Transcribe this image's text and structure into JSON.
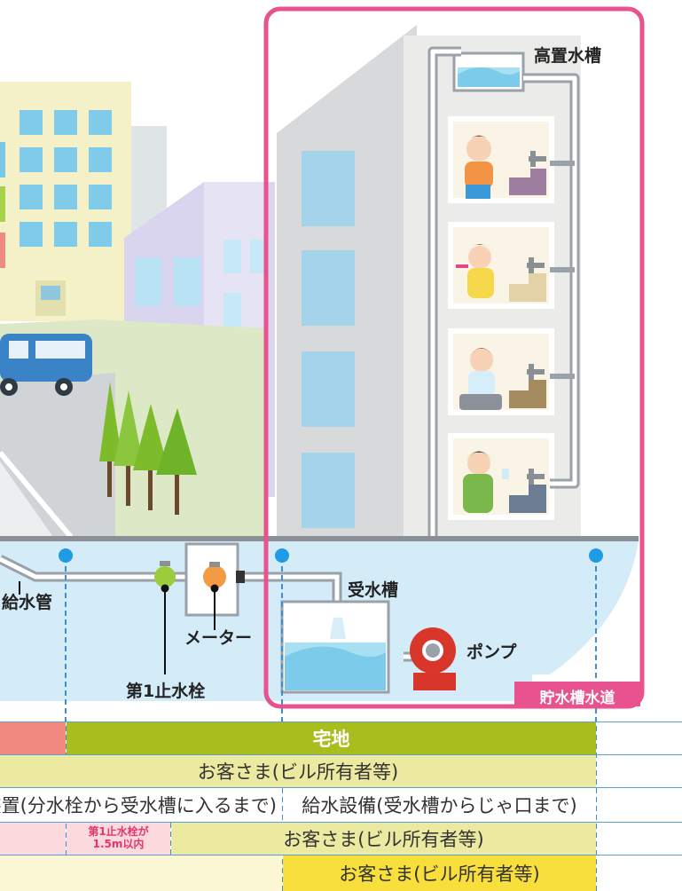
{
  "labels": {
    "elevated_tank": "高置水槽",
    "supply_pipe": "給水管",
    "meter": "メーター",
    "first_stop_valve": "第1止水栓",
    "receiving_tank": "受水槽",
    "pump": "ポンプ",
    "storage_waterworks": "貯水槽水道"
  },
  "rows": {
    "residential_land": "宅地",
    "owner_row1": "お客さま(ビル所有者等)",
    "device_left": "装置(分水栓から受水槽に入るまで)",
    "device_right": "給水設備(受水槽からじゃ口まで)",
    "note_small": "第1止水栓が\n1.5m以内",
    "owner_row4": "お客さま(ビル所有者等)",
    "owner_row5": "お客さま(ビル所有者等)"
  },
  "colors": {
    "frame_pink": "#e8528f",
    "land_green": "#aabd1e",
    "row_yellow": "#eceaa0",
    "row_gold": "#f9df3c",
    "pink_cell": "#f08a80",
    "light_pink": "#fbd9dc",
    "ground_water": "#cfe9f7",
    "pump_red": "#d9362b",
    "meter_orange": "#f39a43",
    "valve_green": "#9ccb3b"
  }
}
